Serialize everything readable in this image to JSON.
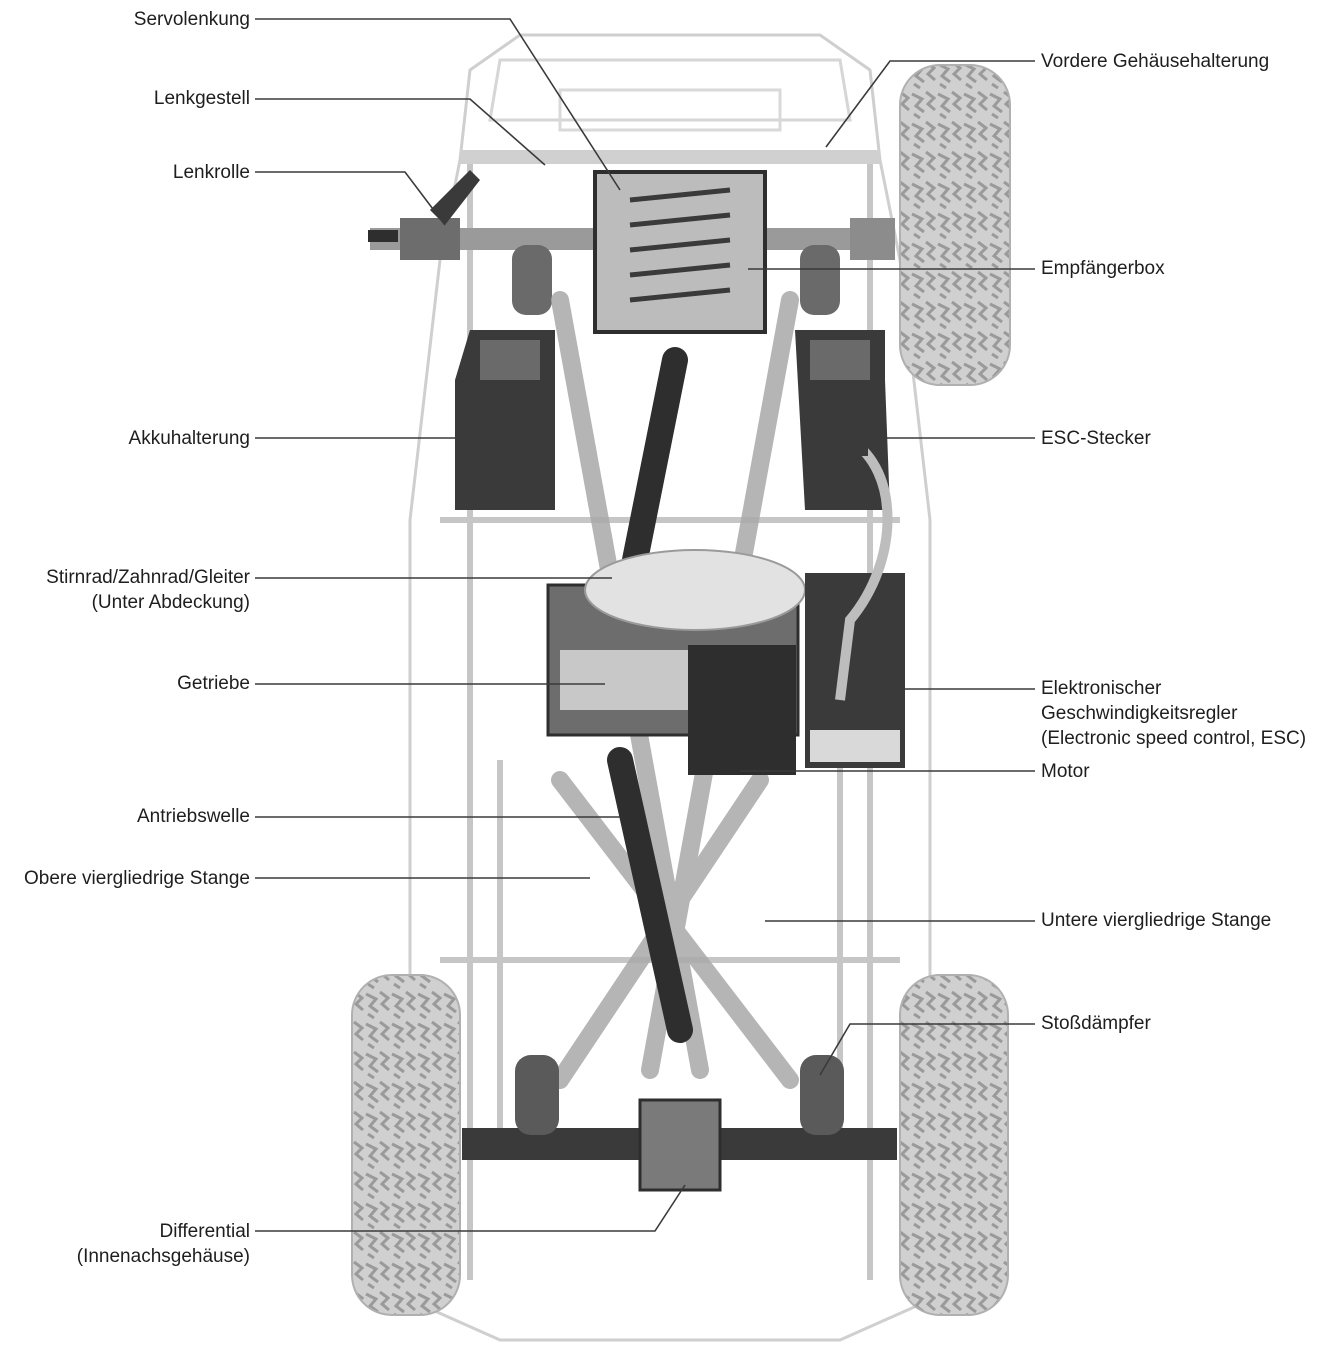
{
  "labels": {
    "servolenkung": "Servolenkung",
    "lenkgestell": "Lenkgestell",
    "lenkrolle": "Lenkrolle",
    "akkuhalterung": "Akkuhalterung",
    "stirnrad_1": "Stirnrad/Zahnrad/Gleiter",
    "stirnrad_2": "(Unter Abdeckung)",
    "getriebe": "Getriebe",
    "antriebswelle": "Antriebswelle",
    "obere_stange": "Obere viergliedrige Stange",
    "differential_1": "Differential",
    "differential_2": "(Innenachsgehäuse)",
    "vordere_gehaeuse": "Vordere Gehäusehalterung",
    "empfaenger": "Empfängerbox",
    "esc_stecker": "ESC-Stecker",
    "esc_1": "Elektronischer",
    "esc_2": "Geschwindigkeitsregler",
    "esc_3": "(Electronic speed control, ESC)",
    "motor": "Motor",
    "untere_stange": "Untere viergliedrige Stange",
    "stossdaempfer": "Stoßdämpfer"
  },
  "colors": {
    "leader_line": "#3a3a3a",
    "dark_part": "#2e2e2e",
    "mid_part": "#8c8c8c",
    "light_part": "#d9d9d9",
    "frame": "#bdbdbd",
    "tire": "#c8c8c8"
  }
}
